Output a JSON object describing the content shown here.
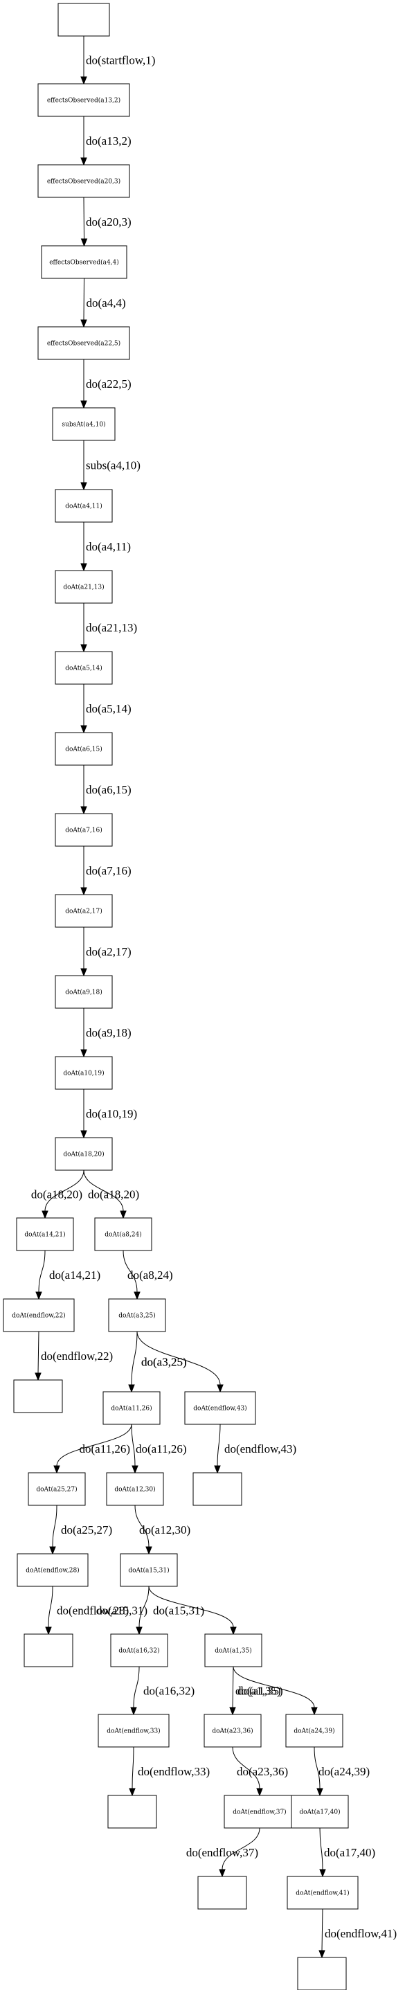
{
  "nodes": [
    {
      "id": "n0",
      "label": ""
    },
    {
      "id": "n1",
      "label": "effectsObserved(a13,2)"
    },
    {
      "id": "n2",
      "label": "effectsObserved(a20,3)"
    },
    {
      "id": "n3",
      "label": "effectsObserved(a4,4)"
    },
    {
      "id": "n4",
      "label": "effectsObserved(a22,5)"
    },
    {
      "id": "n5",
      "label": "subsAt(a4,10)"
    },
    {
      "id": "n6",
      "label": "doAt(a4,11)"
    },
    {
      "id": "n7",
      "label": "doAt(a21,13)"
    },
    {
      "id": "n8",
      "label": "doAt(a5,14)"
    },
    {
      "id": "n9",
      "label": "doAt(a6,15)"
    },
    {
      "id": "n10",
      "label": "doAt(a7,16)"
    },
    {
      "id": "n11",
      "label": "doAt(a2,17)"
    },
    {
      "id": "n12",
      "label": "doAt(a9,18)"
    },
    {
      "id": "n13",
      "label": "doAt(a10,19)"
    },
    {
      "id": "n14",
      "label": "doAt(a18,20)"
    },
    {
      "id": "n15",
      "label": "doAt(a14,21)"
    },
    {
      "id": "n16",
      "label": "doAt(a8,24)"
    },
    {
      "id": "n17",
      "label": "doAt(endflow,22)"
    },
    {
      "id": "n18",
      "label": "doAt(a3,25)"
    },
    {
      "id": "n19",
      "label": ""
    },
    {
      "id": "n20",
      "label": "doAt(a11,26)"
    },
    {
      "id": "n21",
      "label": "doAt(endflow,43)"
    },
    {
      "id": "n22",
      "label": "doAt(a25,27)"
    },
    {
      "id": "n23",
      "label": "doAt(a12,30)"
    },
    {
      "id": "n24",
      "label": ""
    },
    {
      "id": "n25",
      "label": "doAt(endflow,28)"
    },
    {
      "id": "n26",
      "label": "doAt(a15,31)"
    },
    {
      "id": "n27",
      "label": ""
    },
    {
      "id": "n28",
      "label": "doAt(a16,32)"
    },
    {
      "id": "n29",
      "label": "doAt(a1,35)"
    },
    {
      "id": "n30",
      "label": "doAt(endflow,33)"
    },
    {
      "id": "n31",
      "label": "doAt(a23,36)"
    },
    {
      "id": "n32",
      "label": "doAt(a24,39)"
    },
    {
      "id": "n33",
      "label": ""
    },
    {
      "id": "n34",
      "label": "doAt(endflow,37)"
    },
    {
      "id": "n35",
      "label": "doAt(a17,40)"
    },
    {
      "id": "n36",
      "label": ""
    },
    {
      "id": "n37",
      "label": "doAt(endflow,41)"
    },
    {
      "id": "n38",
      "label": ""
    }
  ],
  "edges": [
    {
      "from": "n0",
      "to": "n1",
      "label": "do(startflow,1)"
    },
    {
      "from": "n1",
      "to": "n2",
      "label": "do(a13,2)"
    },
    {
      "from": "n2",
      "to": "n3",
      "label": "do(a20,3)"
    },
    {
      "from": "n3",
      "to": "n4",
      "label": "do(a4,4)"
    },
    {
      "from": "n4",
      "to": "n5",
      "label": "do(a22,5)"
    },
    {
      "from": "n5",
      "to": "n6",
      "label": "subs(a4,10)"
    },
    {
      "from": "n6",
      "to": "n7",
      "label": "do(a4,11)"
    },
    {
      "from": "n7",
      "to": "n8",
      "label": "do(a21,13)"
    },
    {
      "from": "n8",
      "to": "n9",
      "label": "do(a5,14)"
    },
    {
      "from": "n9",
      "to": "n10",
      "label": "do(a6,15)"
    },
    {
      "from": "n10",
      "to": "n11",
      "label": "do(a7,16)"
    },
    {
      "from": "n11",
      "to": "n12",
      "label": "do(a2,17)"
    },
    {
      "from": "n12",
      "to": "n13",
      "label": "do(a9,18)"
    },
    {
      "from": "n13",
      "to": "n14",
      "label": "do(a10,19)"
    },
    {
      "from": "n14",
      "to": "n15",
      "label": "do(a18,20)"
    },
    {
      "from": "n14",
      "to": "n16",
      "label": "do(a18,20)"
    },
    {
      "from": "n15",
      "to": "n17",
      "label": "do(a14,21)"
    },
    {
      "from": "n16",
      "to": "n18",
      "label": "do(a8,24)"
    },
    {
      "from": "n17",
      "to": "n19",
      "label": "do(endflow,22)"
    },
    {
      "from": "n18",
      "to": "n20",
      "label": "do(a3,25)"
    },
    {
      "from": "n18",
      "to": "n21",
      "label": "do(a3,25)"
    },
    {
      "from": "n20",
      "to": "n22",
      "label": "do(a11,26)"
    },
    {
      "from": "n20",
      "to": "n23",
      "label": "do(a11,26)"
    },
    {
      "from": "n21",
      "to": "n24",
      "label": "do(endflow,43)"
    },
    {
      "from": "n22",
      "to": "n25",
      "label": "do(a25,27)"
    },
    {
      "from": "n23",
      "to": "n26",
      "label": "do(a12,30)"
    },
    {
      "from": "n25",
      "to": "n27",
      "label": "do(endflow,28)"
    },
    {
      "from": "n26",
      "to": "n28",
      "label": "do(a15,31)"
    },
    {
      "from": "n26",
      "to": "n29",
      "label": "do(a15,31)"
    },
    {
      "from": "n28",
      "to": "n30",
      "label": "do(a16,32)"
    },
    {
      "from": "n29",
      "to": "n31",
      "label": "do(a1,35)"
    },
    {
      "from": "n29",
      "to": "n32",
      "label": "do(a1,35)"
    },
    {
      "from": "n30",
      "to": "n33",
      "label": "do(endflow,33)"
    },
    {
      "from": "n31",
      "to": "n34",
      "label": "do(a23,36)"
    },
    {
      "from": "n32",
      "to": "n35",
      "label": "do(a24,39)"
    },
    {
      "from": "n34",
      "to": "n36",
      "label": "do(endflow,37)"
    },
    {
      "from": "n35",
      "to": "n37",
      "label": "do(a17,40)"
    },
    {
      "from": "n37",
      "to": "n38",
      "label": "do(endflow,41)"
    }
  ]
}
